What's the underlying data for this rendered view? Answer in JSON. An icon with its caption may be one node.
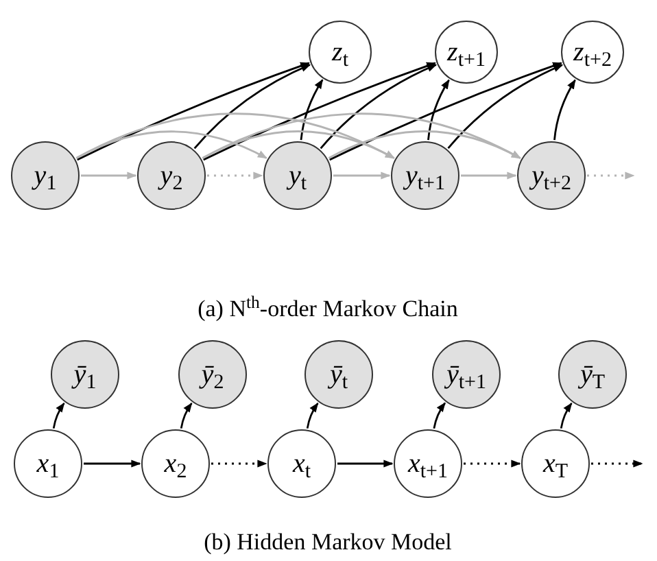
{
  "diagram": {
    "nodes": [
      {
        "text": [
          "*z*$_{t}$"
        ]
      },
      {
        "text": [
          "*z*$_{t+1}$"
        ]
      },
      {
        "text": [
          "*z*$_{t+2}$"
        ]
      },
      {
        "text": [
          "*y*$_{1}$"
        ]
      },
      {
        "text": [
          "*y*$_{2}$"
        ]
      },
      {
        "text": [
          "*y*$_{t}$"
        ]
      },
      {
        "text": [
          "*y*$_{t+1}$"
        ]
      },
      {
        "text": [
          "*y*$_{t+2}$"
        ]
      },
      {
        "text": [
          "*ȳ*$_{1}$"
        ]
      },
      {
        "text": [
          "*ȳ*$_{2}$"
        ]
      },
      {
        "text": [
          "*ȳ*$_{t}$"
        ]
      },
      {
        "text": [
          "*ȳ*$_{t+1}$"
        ]
      },
      {
        "text": [
          "*ȳ*$_{T}$"
        ]
      },
      {
        "text": [
          "*x*$_{1}$"
        ]
      },
      {
        "text": [
          "*x*$_{2}$"
        ]
      },
      {
        "text": [
          "*x*$_{t}$"
        ]
      },
      {
        "text": [
          "*x*$_{t+1}$"
        ]
      },
      {
        "text": [
          "*x*$_{T}$"
        ]
      }
    ],
    "edges": [
      {
        "from": 3,
        "to": 0,
        "arrow": "to"
      },
      {
        "from": 4,
        "to": 0,
        "arrow": "to"
      },
      {
        "from": 5,
        "to": 0,
        "arrow": "to"
      },
      {
        "from": 4,
        "to": 1,
        "arrow": "to"
      },
      {
        "from": 5,
        "to": 1,
        "arrow": "to"
      },
      {
        "from": 6,
        "to": 1,
        "arrow": "to"
      },
      {
        "from": 5,
        "to": 2,
        "arrow": "to"
      },
      {
        "from": 6,
        "to": 2,
        "arrow": "to"
      },
      {
        "from": 7,
        "to": 2,
        "arrow": "to"
      },
      {
        "from": 3,
        "to": 4,
        "arrow": "to",
        "color": "#b4b4b4"
      },
      {
        "from": 4,
        "to": 5,
        "arrow": "to",
        "style": "dashed",
        "color": "#b4b4b4"
      },
      {
        "from": 5,
        "to": 6,
        "arrow": "to",
        "color": "#b4b4b4"
      },
      {
        "from": 6,
        "to": 7,
        "arrow": "to",
        "color": "#b4b4b4"
      },
      {
        "from": 7,
        "to": null,
        "arrow": "to",
        "style": "dashed",
        "color": "#b4b4b4"
      },
      {
        "from": 3,
        "to": 5,
        "arrow": "to",
        "color": "#b4b4b4"
      },
      {
        "from": 3,
        "to": 6,
        "arrow": "to",
        "color": "#b4b4b4"
      },
      {
        "from": 4,
        "to": 6,
        "arrow": "to",
        "color": "#b4b4b4"
      },
      {
        "from": 4,
        "to": 7,
        "arrow": "to",
        "color": "#b4b4b4"
      },
      {
        "from": 5,
        "to": 7,
        "arrow": "to",
        "color": "#b4b4b4"
      },
      {
        "from": 13,
        "to": 8,
        "arrow": "to"
      },
      {
        "from": 14,
        "to": 9,
        "arrow": "to"
      },
      {
        "from": 15,
        "to": 10,
        "arrow": "to"
      },
      {
        "from": 16,
        "to": 11,
        "arrow": "to"
      },
      {
        "from": 17,
        "to": 12,
        "arrow": "to"
      },
      {
        "from": 13,
        "to": 14,
        "arrow": "to"
      },
      {
        "from": 14,
        "to": 15,
        "arrow": "to",
        "style": "dashed"
      },
      {
        "from": 15,
        "to": 16,
        "arrow": "to"
      },
      {
        "from": 16,
        "to": 17,
        "arrow": "to",
        "style": "dashed"
      },
      {
        "from": 17,
        "to": null,
        "arrow": "to",
        "style": "dashed"
      }
    ],
    "labels": [
      "(a) N$^{th}$-order Markov Chain",
      "(b) Hidden Markov Model"
    ]
  }
}
